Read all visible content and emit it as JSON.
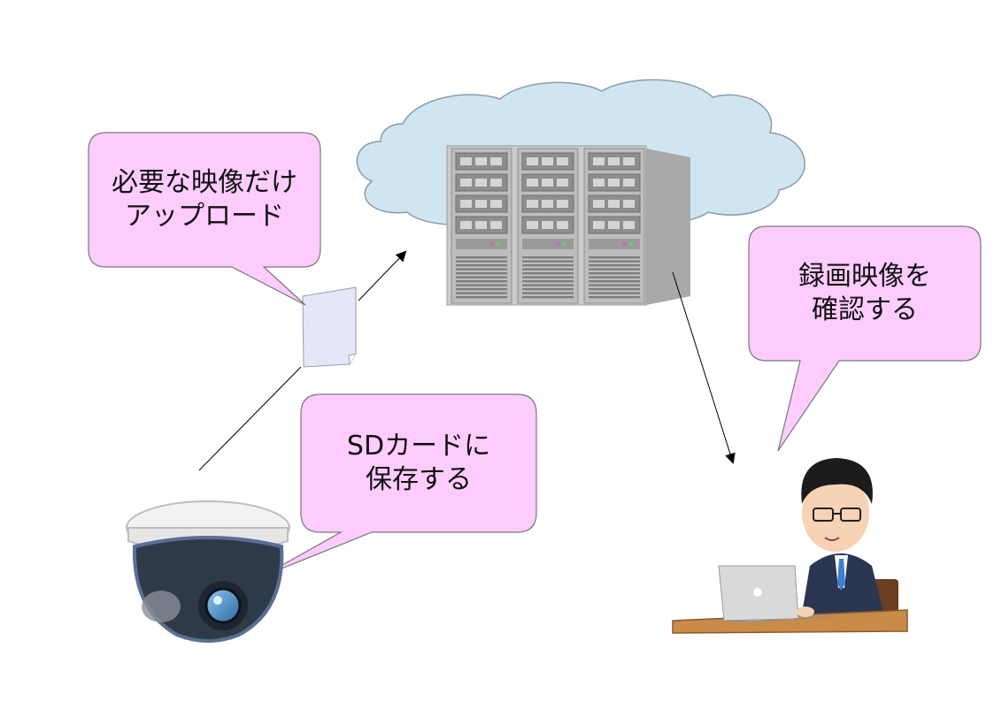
{
  "colors": {
    "bubble_fill": "#ffccff",
    "bubble_stroke": "#777777",
    "cloud_fill": "#cfe5f2",
    "server_body": "#c9c9c9",
    "document_fill": "#e4e6fa",
    "arrow": "#000000"
  },
  "bubbles": {
    "upload": {
      "line1": "必要な映像だけ",
      "line2": "アップロード"
    },
    "sdcard": {
      "line1": "SDカードに",
      "line2": "保存する"
    },
    "review": {
      "line1": "録画映像を",
      "line2": "確認する"
    }
  },
  "icons": {
    "cloud": "cloud-icon",
    "server": "server-rack-icon",
    "document": "document-icon",
    "camera": "dome-security-camera-icon",
    "user": "office-worker-laptop-icon"
  }
}
